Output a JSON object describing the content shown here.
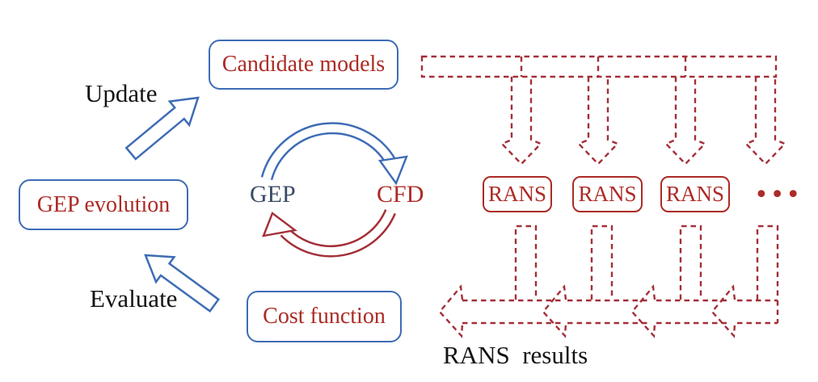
{
  "figure": {
    "boxes": {
      "candidate_models": "Candidate models",
      "gep_evolution": "GEP evolution",
      "cost_function": "Cost function"
    },
    "arrow_labels": {
      "update": "Update",
      "evaluate": "Evaluate"
    },
    "cycle": {
      "left": "GEP",
      "right": "CFD"
    },
    "rans": {
      "boxes": [
        "RANS",
        "RANS",
        "RANS"
      ],
      "ellipsis": "•••"
    },
    "caption": "RANS  results"
  },
  "colors": {
    "blue": "#3E6CB5",
    "red_text": "#AC2B26",
    "red_line": "#A32F38",
    "gep_text": "#3A4B66",
    "black_text": "#141414",
    "background": "#FFFFFF"
  }
}
